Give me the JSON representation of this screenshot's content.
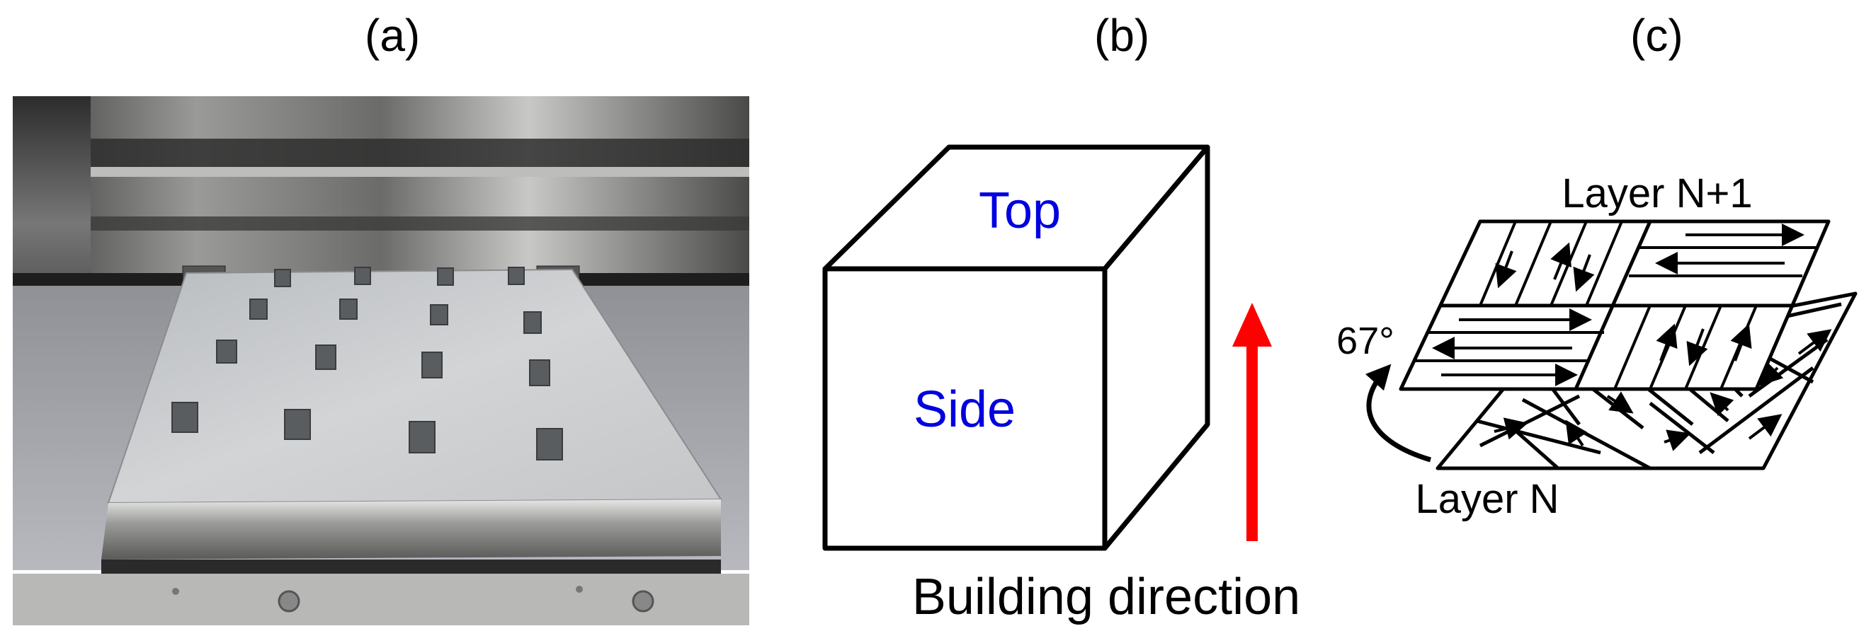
{
  "panels": {
    "a": {
      "label": "(a)"
    },
    "b": {
      "label": "(b)",
      "top_label": "Top",
      "side_label": "Side",
      "arrow_caption": "Building direction",
      "face_label_color": "#0000e0",
      "arrow_color": "#ff0000"
    },
    "c": {
      "label": "(c)",
      "upper_layer": "Layer N+1",
      "lower_layer": "Layer N",
      "rotation_angle": "67°"
    }
  }
}
